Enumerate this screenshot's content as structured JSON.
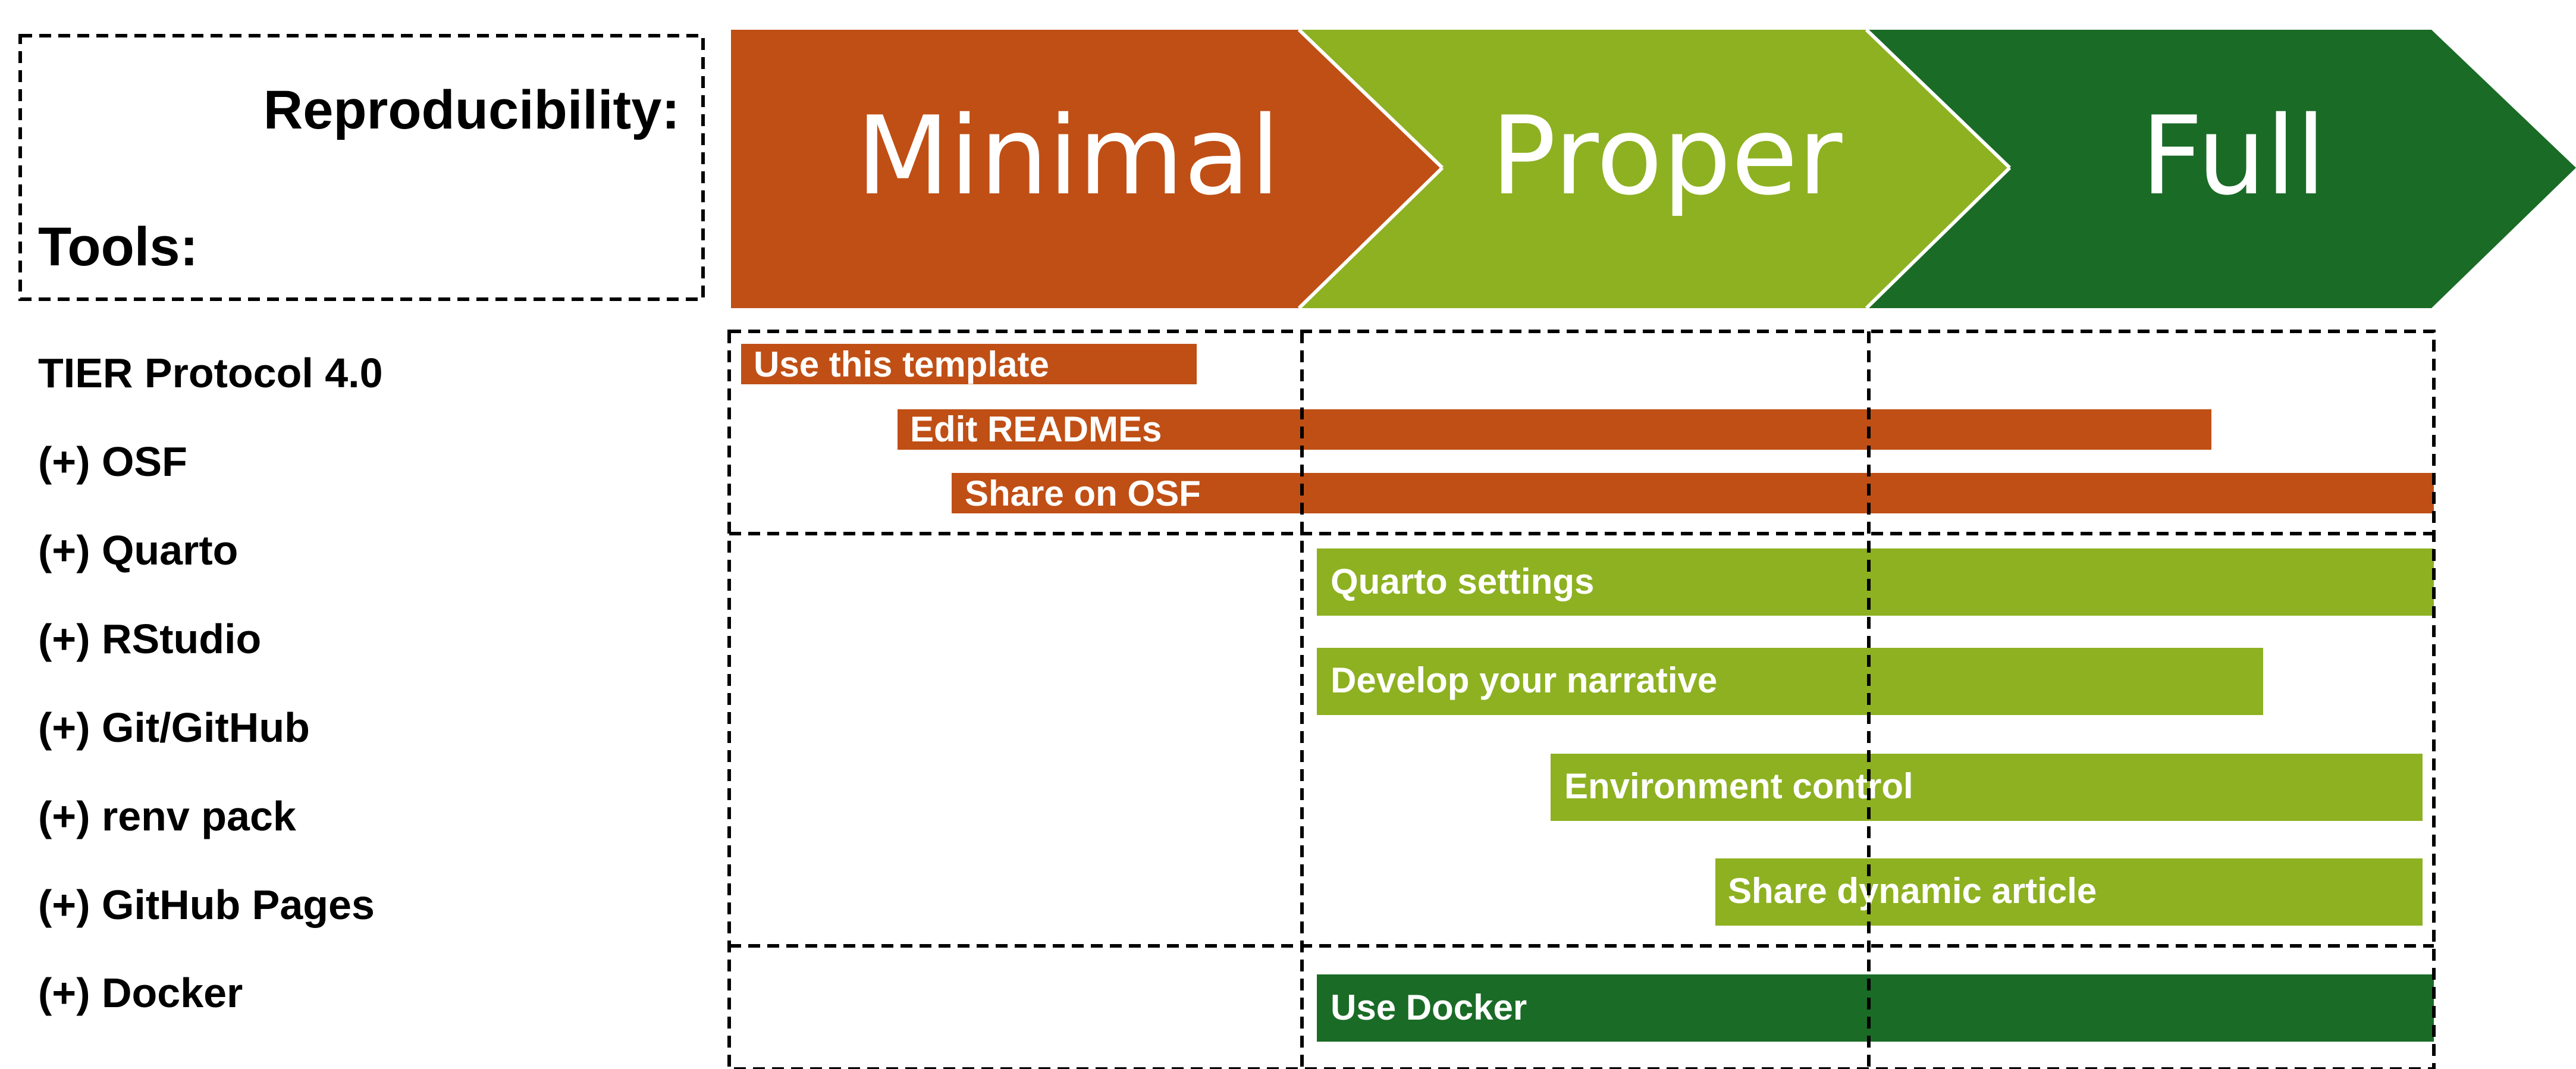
{
  "header": {
    "reproducibility_label": "Reproducibility:",
    "tools_label": "Tools:"
  },
  "stages": [
    {
      "label": "Minimal",
      "color": "#C04F15"
    },
    {
      "label": "Proper",
      "color": "#8DB121"
    },
    {
      "label": "Full",
      "color": "#1A6B26"
    }
  ],
  "tools": [
    "TIER Protocol 4.0",
    "(+) OSF",
    "(+) Quarto",
    "(+) RStudio",
    "(+) Git/GitHub",
    "(+) renv pack",
    "(+) GitHub Pages",
    "(+) Docker"
  ],
  "tasks": [
    {
      "label": "Use this template",
      "stage": "Minimal",
      "color": "#C04F15"
    },
    {
      "label": "Edit READMEs",
      "stage": "Minimal",
      "color": "#C04F15"
    },
    {
      "label": "Share on OSF",
      "stage": "Minimal",
      "color": "#C04F15"
    },
    {
      "label": "Quarto settings",
      "stage": "Proper",
      "color": "#8DB121"
    },
    {
      "label": "Develop your narrative",
      "stage": "Proper",
      "color": "#8DB121"
    },
    {
      "label": "Environment control",
      "stage": "Proper",
      "color": "#8DB121"
    },
    {
      "label": "Share dynamic article",
      "stage": "Proper",
      "color": "#8DB121"
    },
    {
      "label": "Use Docker",
      "stage": "Full",
      "color": "#1A6B26"
    }
  ]
}
